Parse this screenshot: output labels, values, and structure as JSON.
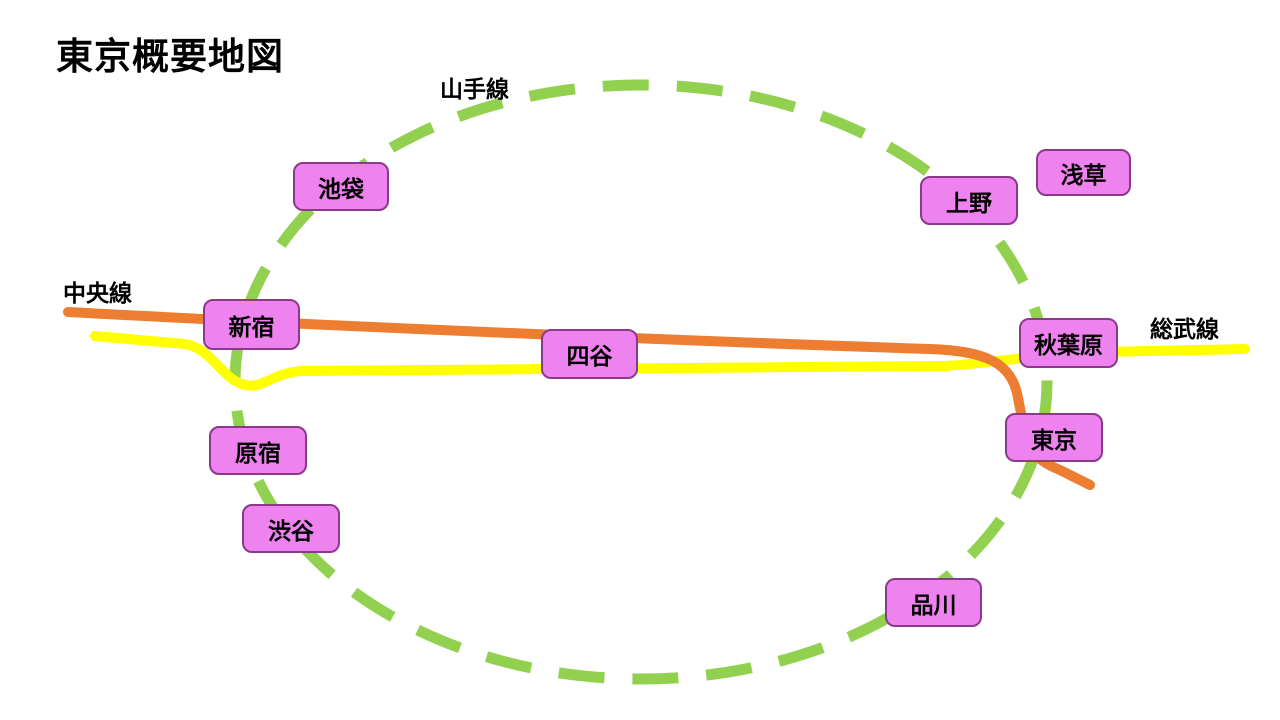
{
  "title": "東京概要地図",
  "lines": {
    "yamanote": {
      "label": "山手線",
      "color": "#92D050",
      "style": "dashed-ellipse"
    },
    "chuo": {
      "label": "中央線",
      "color": "#ED7D31",
      "style": "solid"
    },
    "sobu": {
      "label": "総武線",
      "color": "#FFFF00",
      "style": "solid"
    }
  },
  "stations": [
    {
      "name": "池袋"
    },
    {
      "name": "浅草"
    },
    {
      "name": "上野"
    },
    {
      "name": "新宿"
    },
    {
      "name": "四谷"
    },
    {
      "name": "秋葉原"
    },
    {
      "name": "東京"
    },
    {
      "name": "原宿"
    },
    {
      "name": "渋谷"
    },
    {
      "name": "品川"
    }
  ],
  "station_style": {
    "fill": "#EE82EE",
    "border": "#8B3A8B"
  }
}
